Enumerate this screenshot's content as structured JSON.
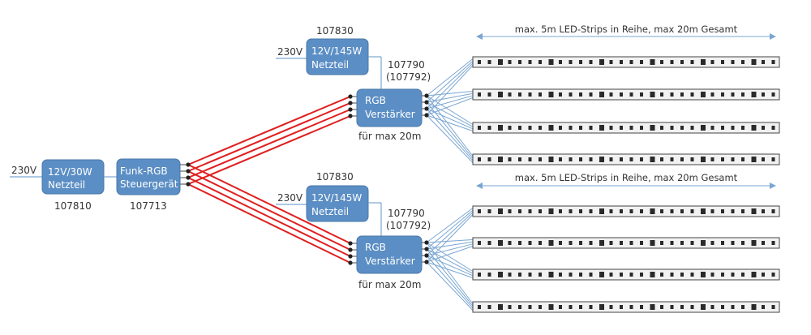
{
  "colors": {
    "box_fill": "#5b8ec4",
    "box_stroke": "#4a78a8",
    "red_wire": "#e02020",
    "blue_wire": "#7aa6d2",
    "strip_fill": "#f2f2f2",
    "strip_stroke": "#444444",
    "led": "#2a2a2a",
    "text": "#333333"
  },
  "main": {
    "voltage": "230V",
    "psu": {
      "line1": "12V/30W",
      "line2": "Netzteil",
      "article": "107810"
    },
    "controller": {
      "line1": "Funk-RGB",
      "line2": "Steuergerät",
      "article": "107713"
    }
  },
  "branches": [
    {
      "psu_article": "107830",
      "voltage": "230V",
      "psu": {
        "line1": "12V/145W",
        "line2": "Netzteil"
      },
      "amp_article": "107790",
      "amp_article_alt": "(107792)",
      "amp": {
        "line1": "RGB",
        "line2": "Verstärker"
      },
      "amp_note": "für max 20m",
      "strip_note": "max. 5m LED-Strips in Reihe, max 20m Gesamt",
      "strip_count": 4
    },
    {
      "psu_article": "107830",
      "voltage": "230V",
      "psu": {
        "line1": "12V/145W",
        "line2": "Netzteil"
      },
      "amp_article": "107790",
      "amp_article_alt": "(107792)",
      "amp": {
        "line1": "RGB",
        "line2": "Verstärker"
      },
      "amp_note": "für max 20m",
      "strip_note": "max. 5m LED-Strips in Reihe, max 20m Gesamt",
      "strip_count": 4
    }
  ]
}
